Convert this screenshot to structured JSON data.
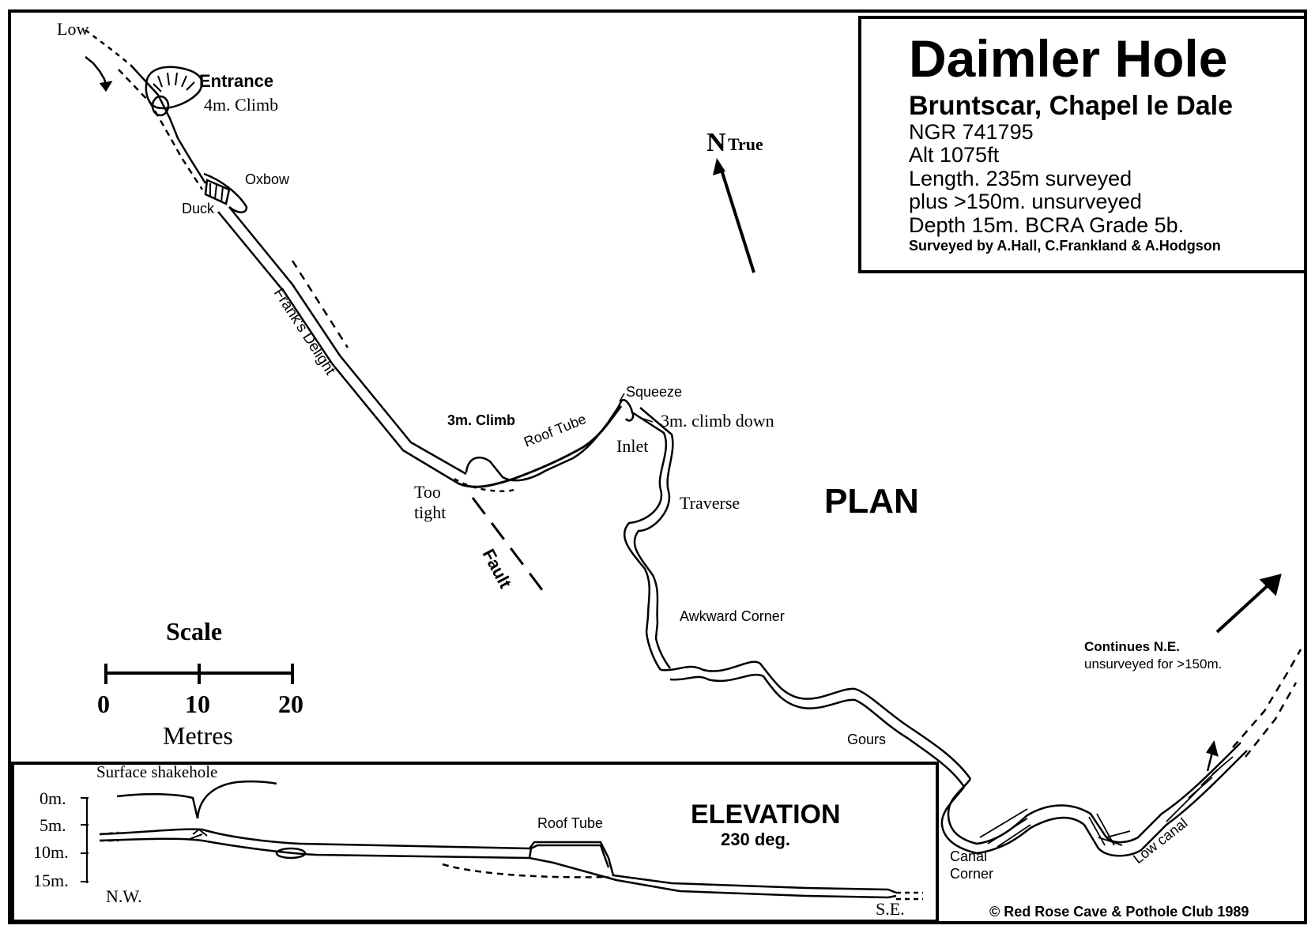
{
  "title_block": {
    "cave_name": "Daimler Hole",
    "location": "Bruntscar, Chapel le Dale",
    "ngr": "NGR 741795",
    "altitude": "Alt 1075ft",
    "length": "Length. 235m surveyed",
    "unsurveyed": "plus  >150m. unsurveyed",
    "depth_grade": "Depth 15m.   BCRA  Grade  5b.",
    "surveyors": "Surveyed by A.Hall, C.Frankland & A.Hodgson"
  },
  "north": {
    "label_n": "N",
    "label_true": "True"
  },
  "plan": {
    "heading": "PLAN",
    "labels": {
      "low": "Low",
      "entrance": "Entrance",
      "entrance_climb": "4m. Climb",
      "oxbow": "Oxbow",
      "duck": "Duck",
      "franks_delight": "Frank's Delight",
      "climb_3m": "3m. Climb",
      "roof_tube": "Roof Tube",
      "squeeze": "Squeeze",
      "climb_down": "3m. climb down",
      "inlet": "Inlet",
      "too": "Too",
      "tight": "tight",
      "fault": "Fault",
      "traverse": "Traverse",
      "awkward_corner": "Awkward Corner",
      "gours": "Gours",
      "canal": "Canal",
      "corner": "Corner",
      "low_canal": "Low canal",
      "continues_1": "Continues N.E.",
      "continues_2": "unsurveyed for >150m."
    }
  },
  "scale": {
    "heading": "Scale",
    "unit": "Metres",
    "ticks": [
      "0",
      "10",
      "20"
    ]
  },
  "elevation": {
    "heading": "ELEVATION",
    "bearing": "230  deg.",
    "surface": "Surface shakehole",
    "roof_tube": "Roof Tube",
    "depths": [
      "0m.",
      "5m.",
      "10m.",
      "15m."
    ],
    "nw": "N.W.",
    "se": "S.E."
  },
  "copyright": "© Red Rose Cave & Pothole Club 1989"
}
